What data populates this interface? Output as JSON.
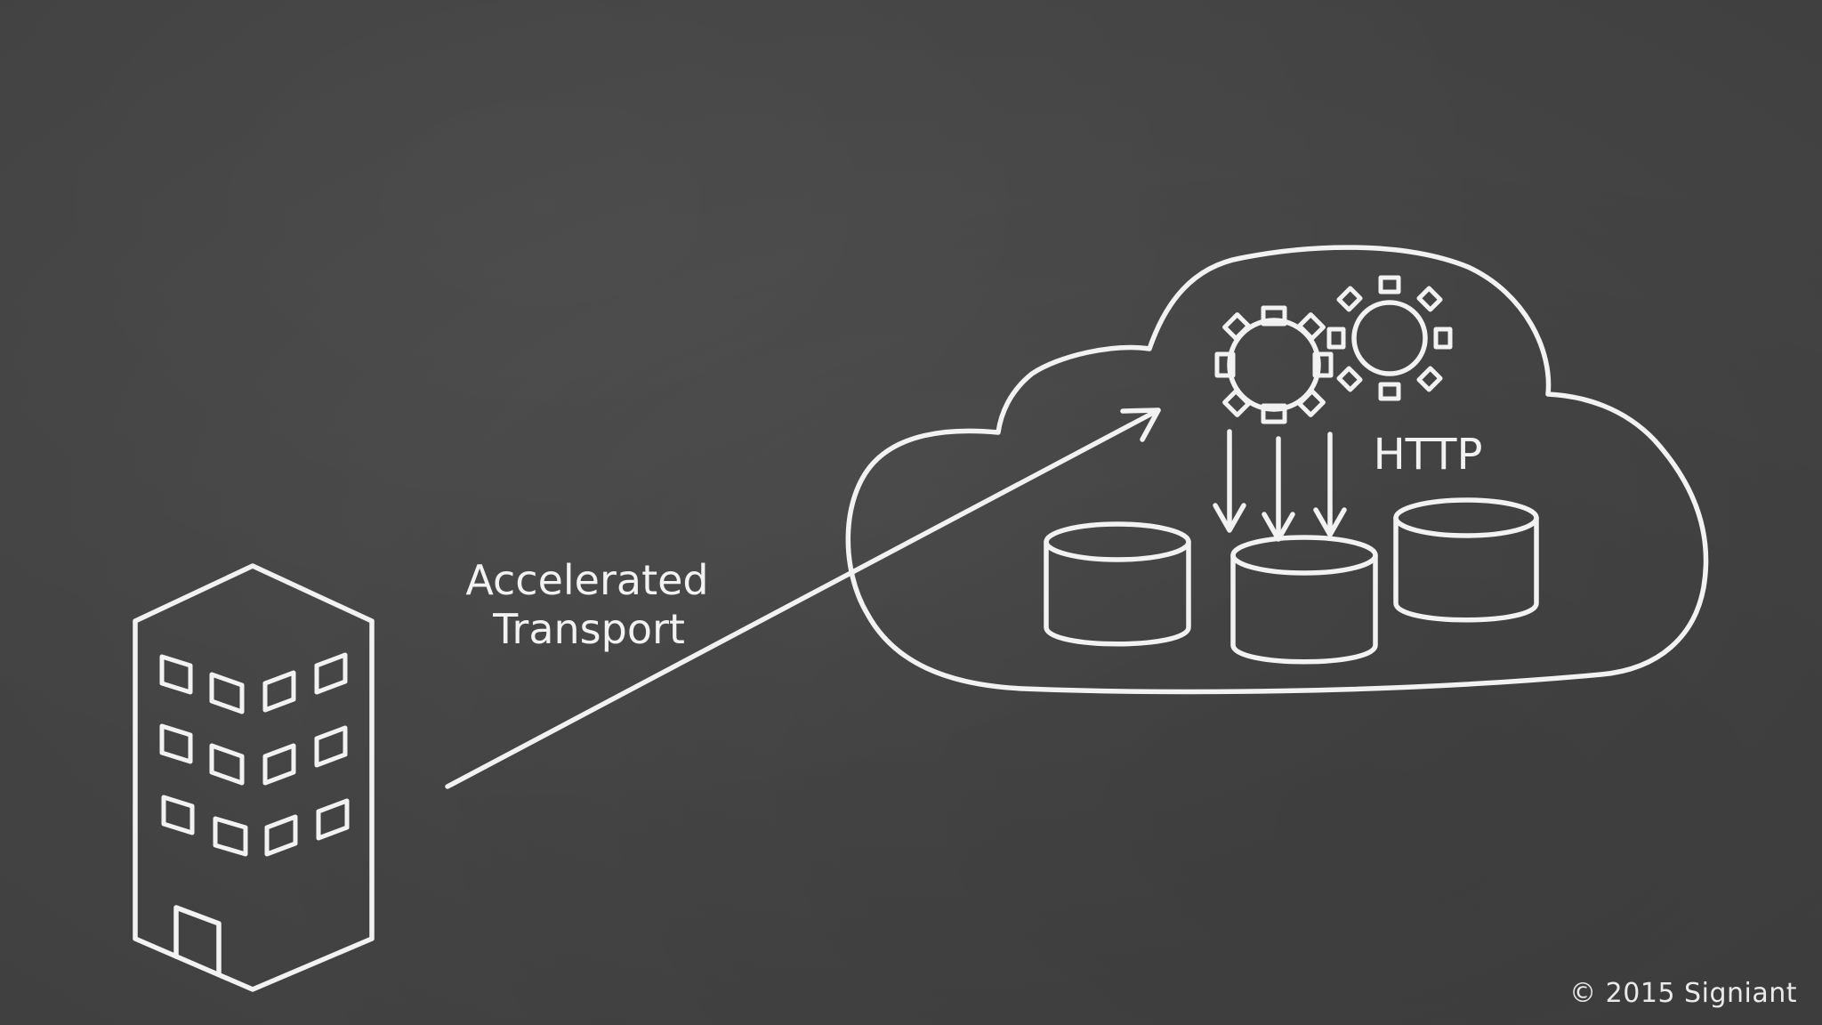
{
  "labels": {
    "transport_line1": "Accelerated",
    "transport_line2": "Transport",
    "protocol": "HTTP",
    "copyright": "© 2015 Signiant"
  },
  "icons": {
    "building": "office-building-icon",
    "cloud": "cloud-icon",
    "gears": "gear-icon",
    "storage": "database-cylinder-icon"
  },
  "colors": {
    "background": "#474747",
    "chalk": "#f2f2f2"
  }
}
